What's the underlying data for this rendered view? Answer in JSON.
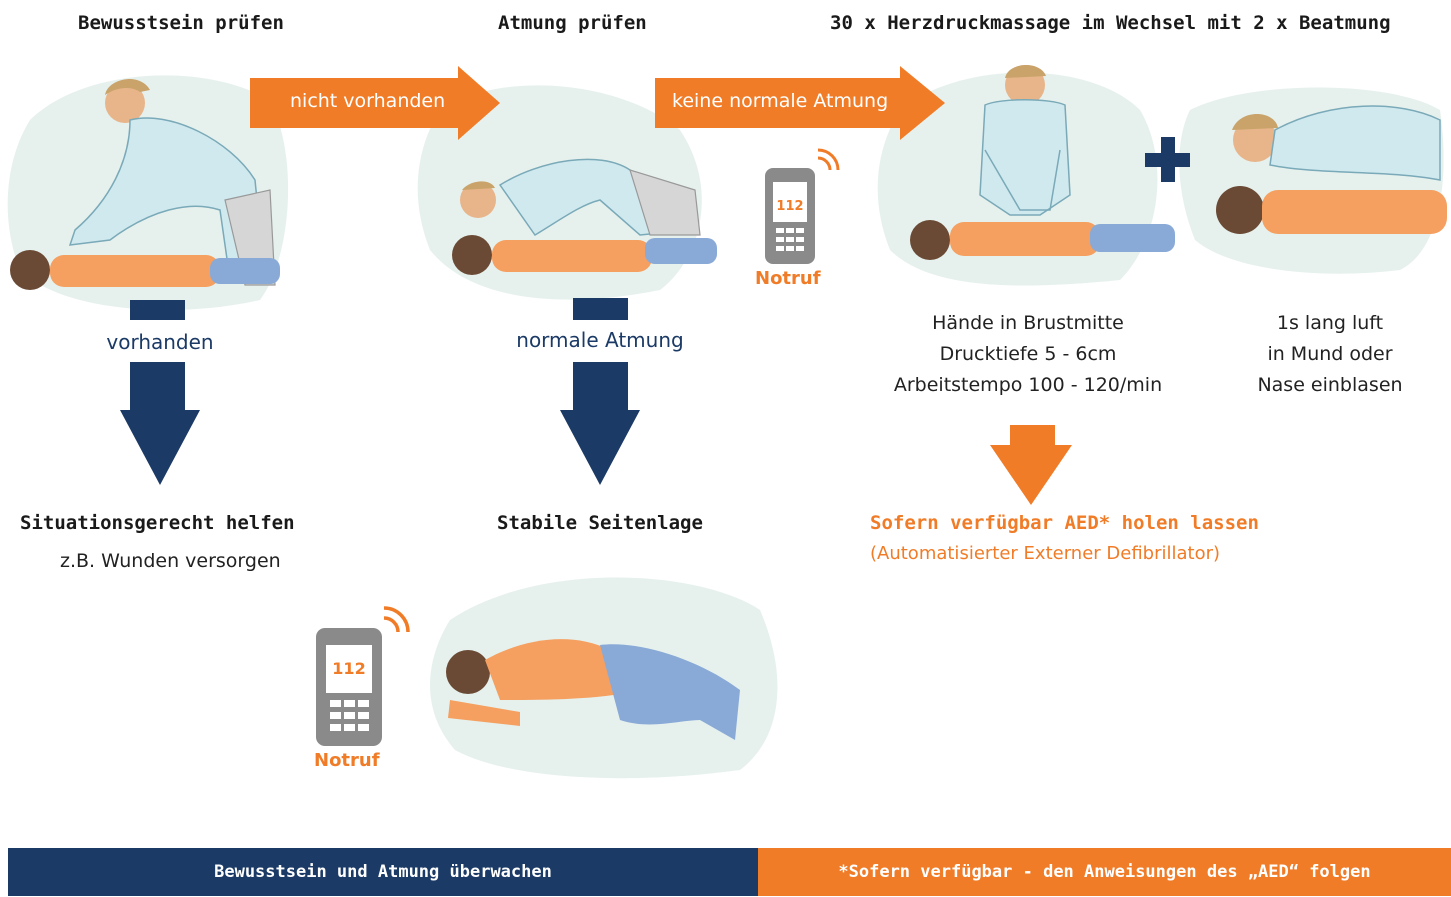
{
  "steps": {
    "consciousness": "Bewusstsein prüfen",
    "breathing": "Atmung prüfen",
    "cpr": "30 x Herzdruckmassage im Wechsel mit 2 x Beatmung"
  },
  "arrows": {
    "not_present": "nicht vorhanden",
    "no_normal_breathing": "keine normale Atmung",
    "present": "vorhanden",
    "normal_breathing": "normale Atmung"
  },
  "outcomes": {
    "help_title": "Situationsgerecht helfen",
    "help_sub": "z.B. Wunden versorgen",
    "recovery_title": "Stabile Seitenlage"
  },
  "compression": {
    "line1": "Hände in Brustmitte",
    "line2": "Drucktiefe 5 - 6cm",
    "line3": "Arbeitstempo 100 - 120/min"
  },
  "ventilation": {
    "line1": "1s lang luft",
    "line2": "in Mund oder",
    "line3": "Nase einblasen"
  },
  "aed": {
    "title": "Sofern verfügbar AED* holen lassen",
    "subtitle": "(Automatisierter Externer Defibrillator)"
  },
  "phone": {
    "number": "112",
    "label": "Notruf"
  },
  "footer": {
    "left": "Bewusstsein und Atmung überwachen",
    "right": "*Sofern verfügbar - den Anweisungen des „AED“ folgen"
  },
  "colors": {
    "navy": "#1b3a66",
    "orange": "#f07c28",
    "blob": "#e6f1ee",
    "phone_gray": "#8a8a8a"
  }
}
